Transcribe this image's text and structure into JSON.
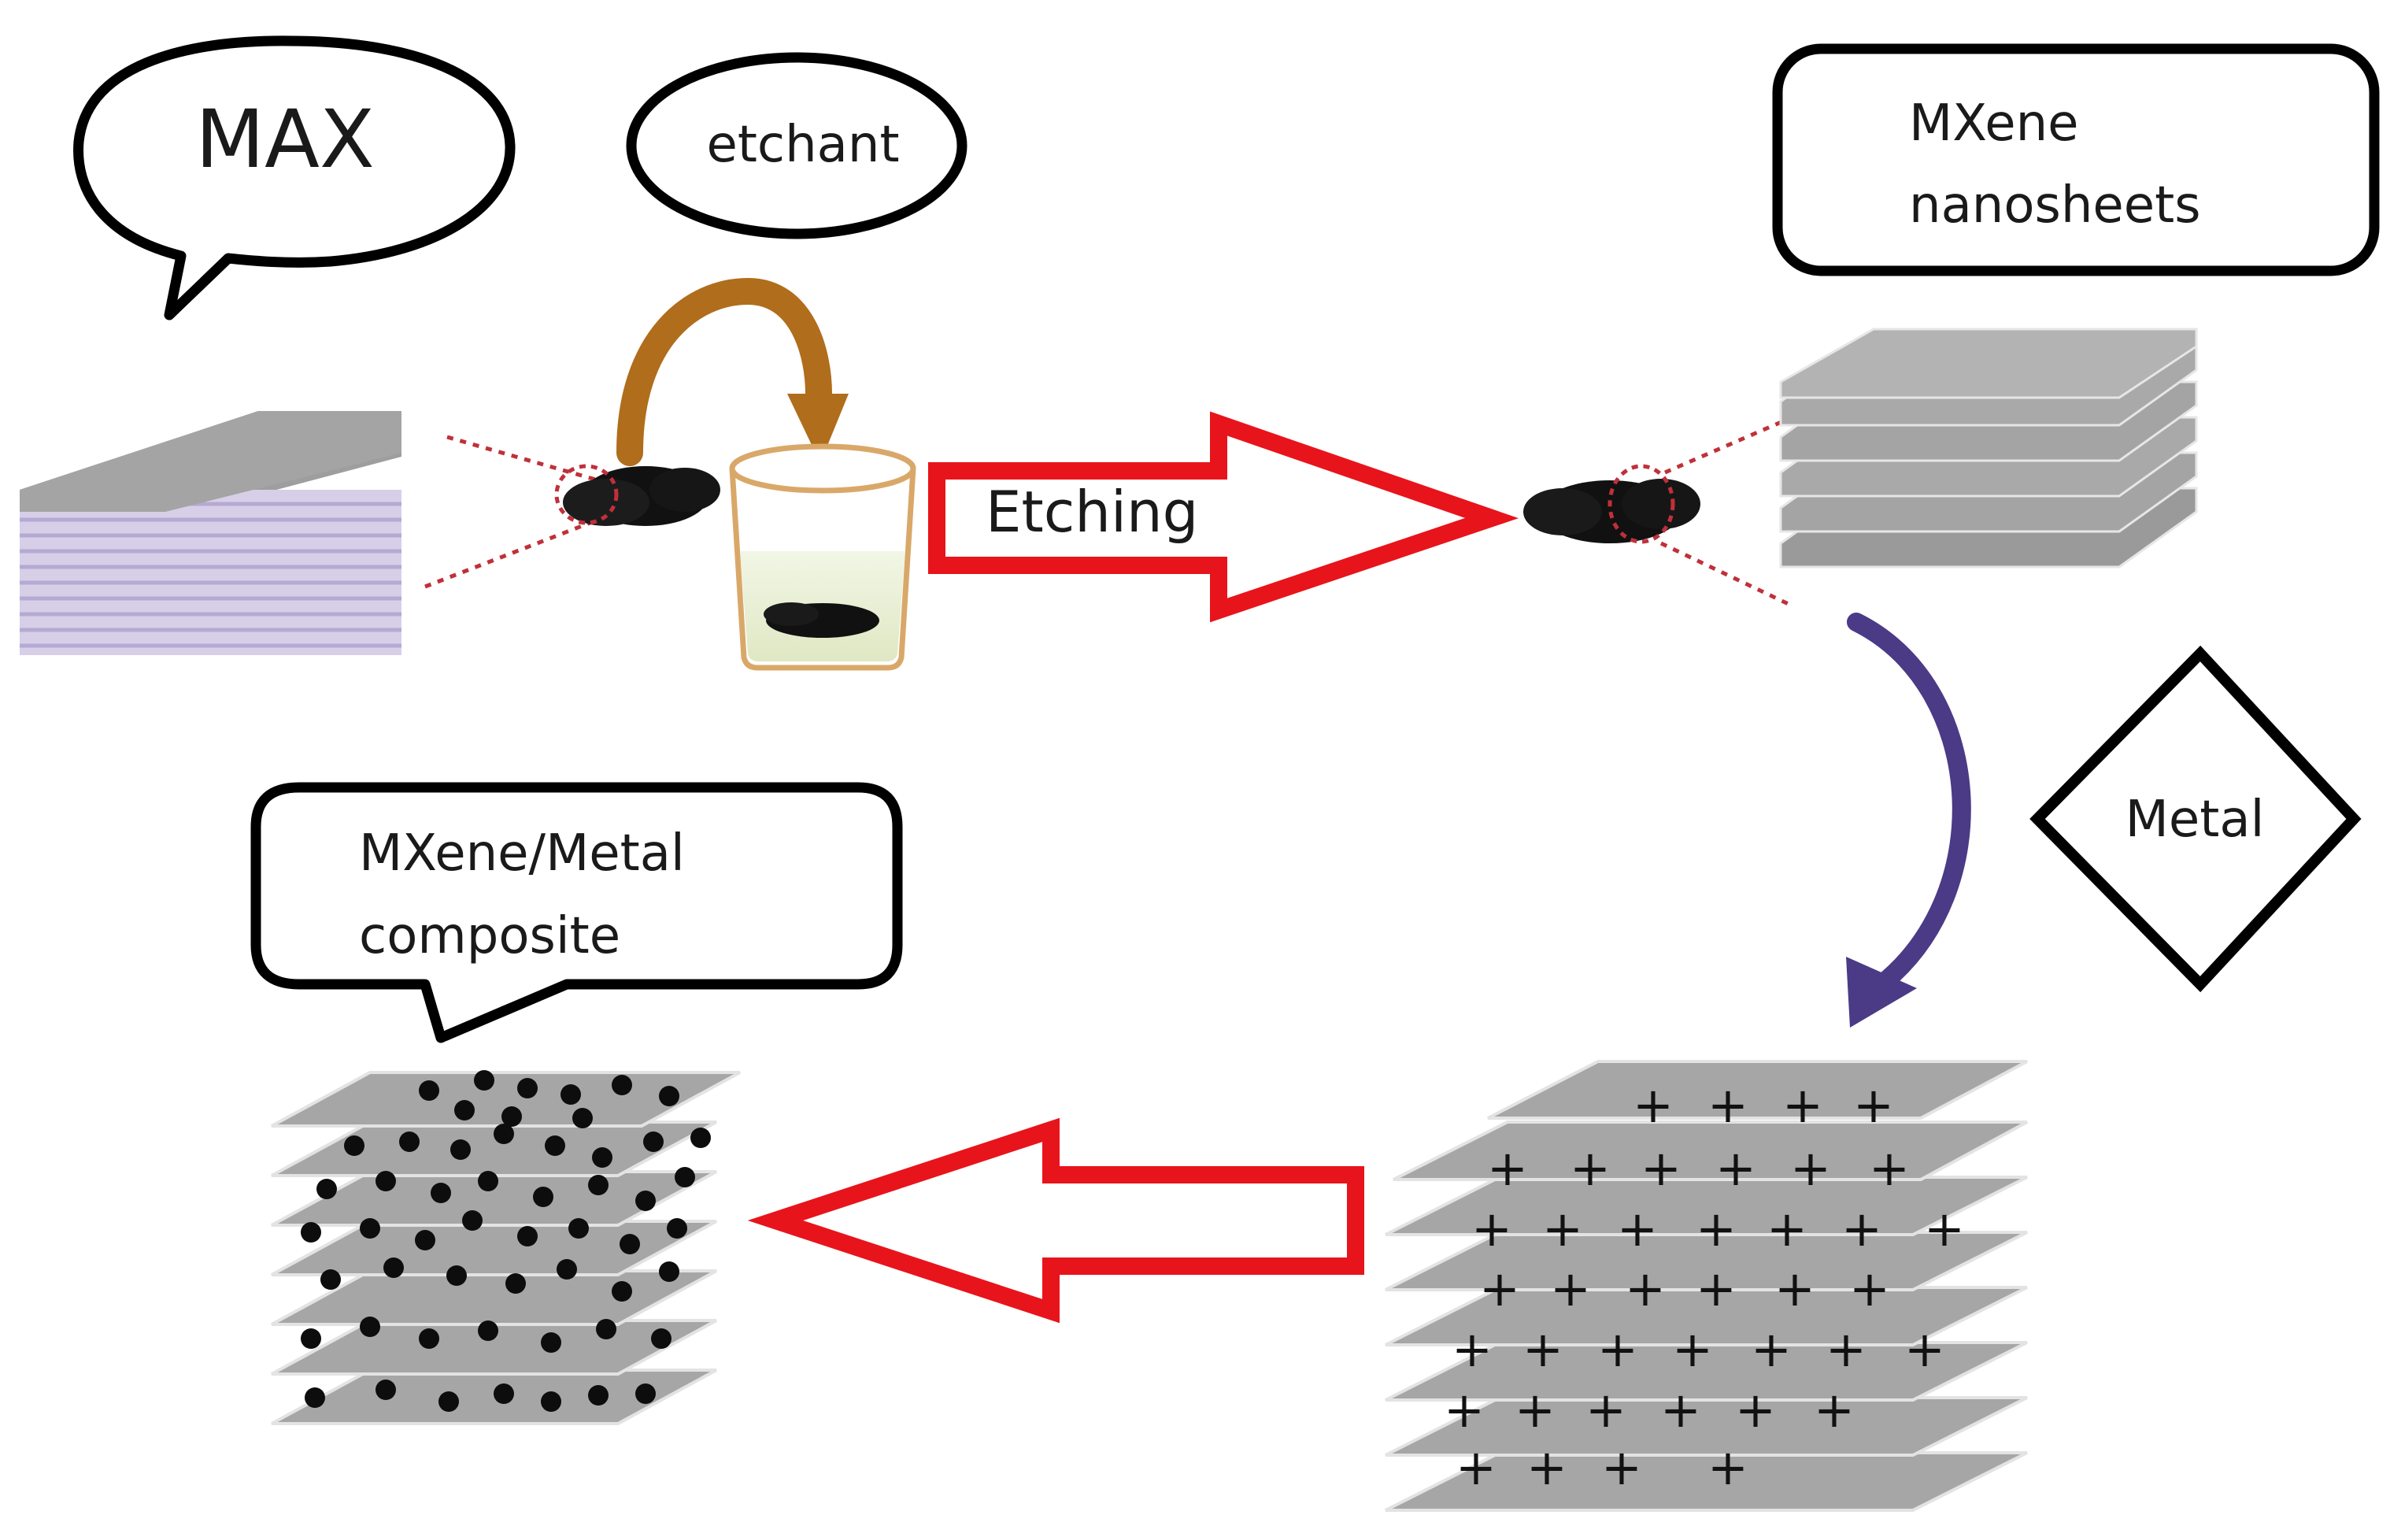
{
  "labels": {
    "max": "MAX",
    "etchant": "etchant",
    "etching": "Etching",
    "mxene_line1": "MXene",
    "mxene_line2": "nanosheets",
    "metal": "Metal",
    "composite_line1": "MXene/Metal",
    "composite_line2": "composite"
  },
  "colors": {
    "outline": "#000000",
    "process_arrow": "#e8141b",
    "transfer_arrow": "#b06d1c",
    "intercalation_arrow": "#4b3a86",
    "guide_lines": "#c0303a",
    "sheet_fill": "#a9a9a9",
    "sheet_edge": "#d9d2ea",
    "beaker_rim": "#d9a869",
    "particle": "#111111"
  },
  "icons": [
    "max-phase-stack-icon",
    "powder-icon",
    "beaker-icon",
    "mxene-stack-icon",
    "intercalated-stack-icon",
    "composite-stack-icon"
  ]
}
